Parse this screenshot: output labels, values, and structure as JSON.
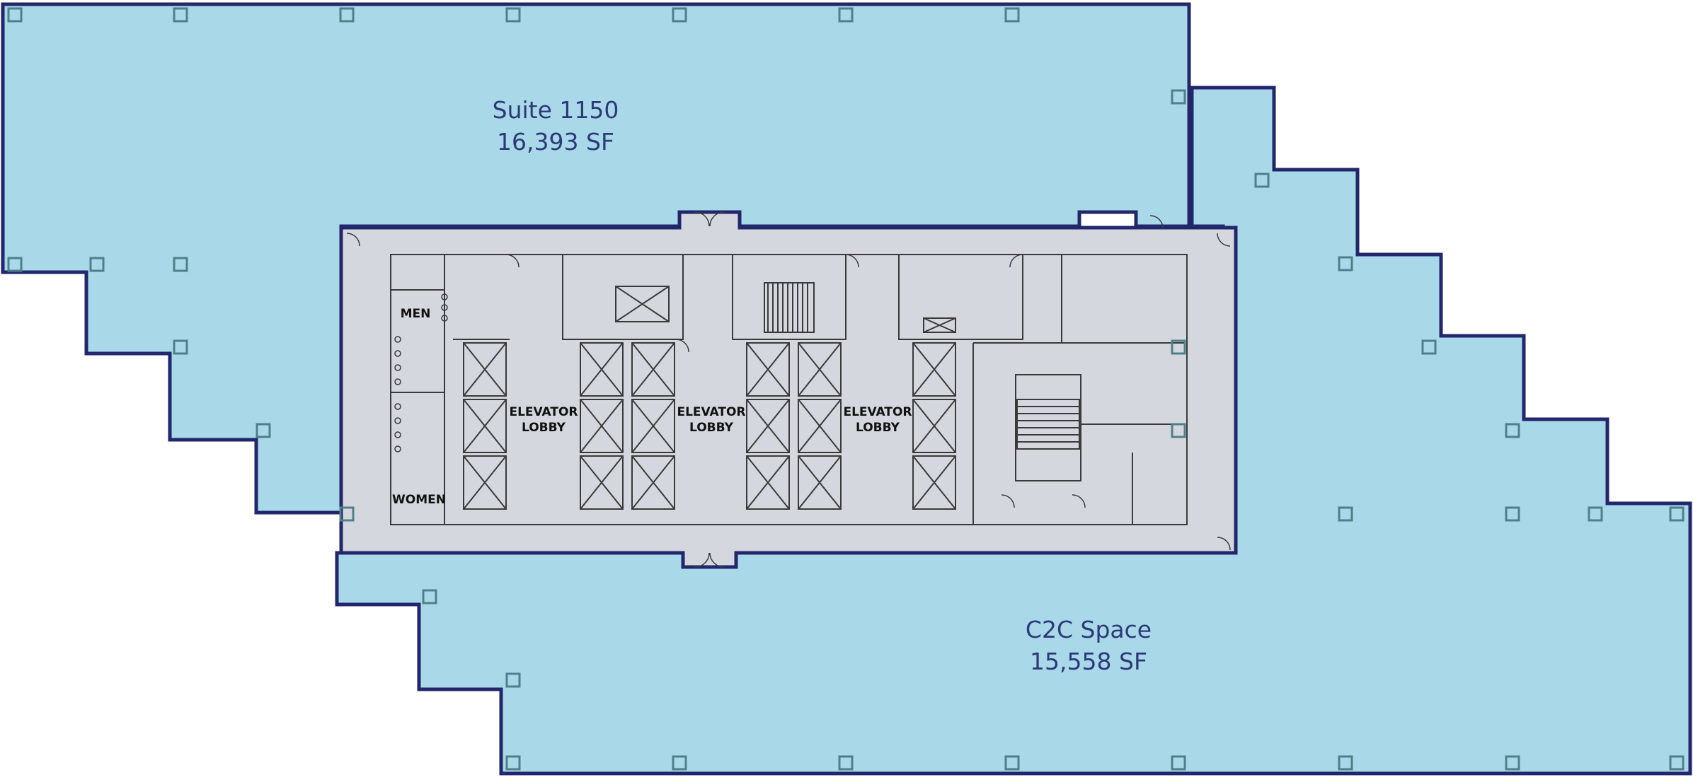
{
  "suites": [
    {
      "name": "Suite 1150",
      "area": "16,393 SF"
    },
    {
      "name": "C2C Space",
      "area": "15,558 SF"
    }
  ],
  "rooms": {
    "men": "MEN",
    "women": "WOMEN",
    "lobby_word1": "ELEVATOR",
    "lobby_word2": "LOBBY"
  },
  "colors": {
    "suite_fill": "#a9d8e9",
    "core_fill": "#d4d8de",
    "outline": "#22276b",
    "label": "#2d3a78",
    "column": "#4f7f88"
  },
  "icons": [
    "column-icon",
    "elevator-icon",
    "stair-icon",
    "door-swing-icon",
    "toilet-icon"
  ]
}
